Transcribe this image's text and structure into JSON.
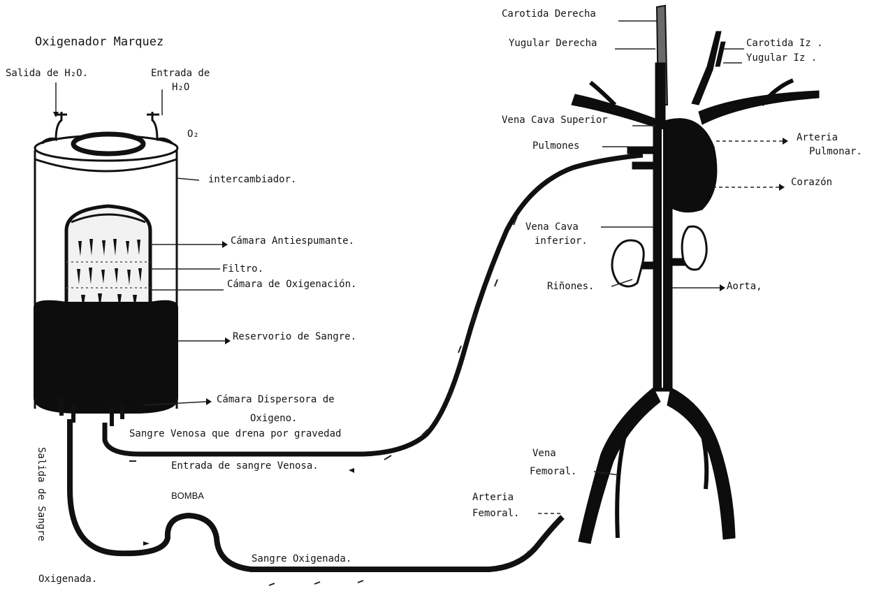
{
  "oxygenator": {
    "title": "Oxigenador Marquez",
    "water_out": "Salida de H₂O.",
    "water_in_line1": "Entrada de",
    "water_in_line2": "H₂O",
    "o2": "O₂",
    "exchanger": "intercambiador.",
    "antifoam": "Cámara Antiespumante.",
    "filter": "Filtro.",
    "oxygenation": "Cámara de Oxigenación.",
    "reservoir": "Reservorio de Sangre.",
    "disperser_line1": "Cámara Dispersora de",
    "disperser_line2": "Oxigeno."
  },
  "circuit": {
    "venous_drain": "Sangre Venosa que drena por gravedad",
    "venous_entry": "Entrada de sangre Venosa.",
    "pump": "BOMBA",
    "oxygenated": "Sangre Oxigenada.",
    "outlet_vertical": "Salida de Sangre",
    "outlet_bottom": "Oxigenada."
  },
  "anatomy": {
    "carotid_right": "Carotida Derecha",
    "jugular_right": "Yugular Derecha",
    "carotid_left": "Carotida Iz .",
    "jugular_left": "Yugular Iz .",
    "svc": "Vena Cava Superior",
    "lungs": "Pulmones",
    "pulm_artery_line1": "Arteria",
    "pulm_artery_line2": "Pulmonar.",
    "heart": "Corazón",
    "ivc_line1": "Vena Cava",
    "ivc_line2": "inferior.",
    "kidneys": "Riñones.",
    "aorta": "Aorta,",
    "fem_vein_line1": "Vena",
    "fem_vein_line2": "Femoral.",
    "fem_artery_line1": "Arteria",
    "fem_artery_line2": "Femoral."
  }
}
